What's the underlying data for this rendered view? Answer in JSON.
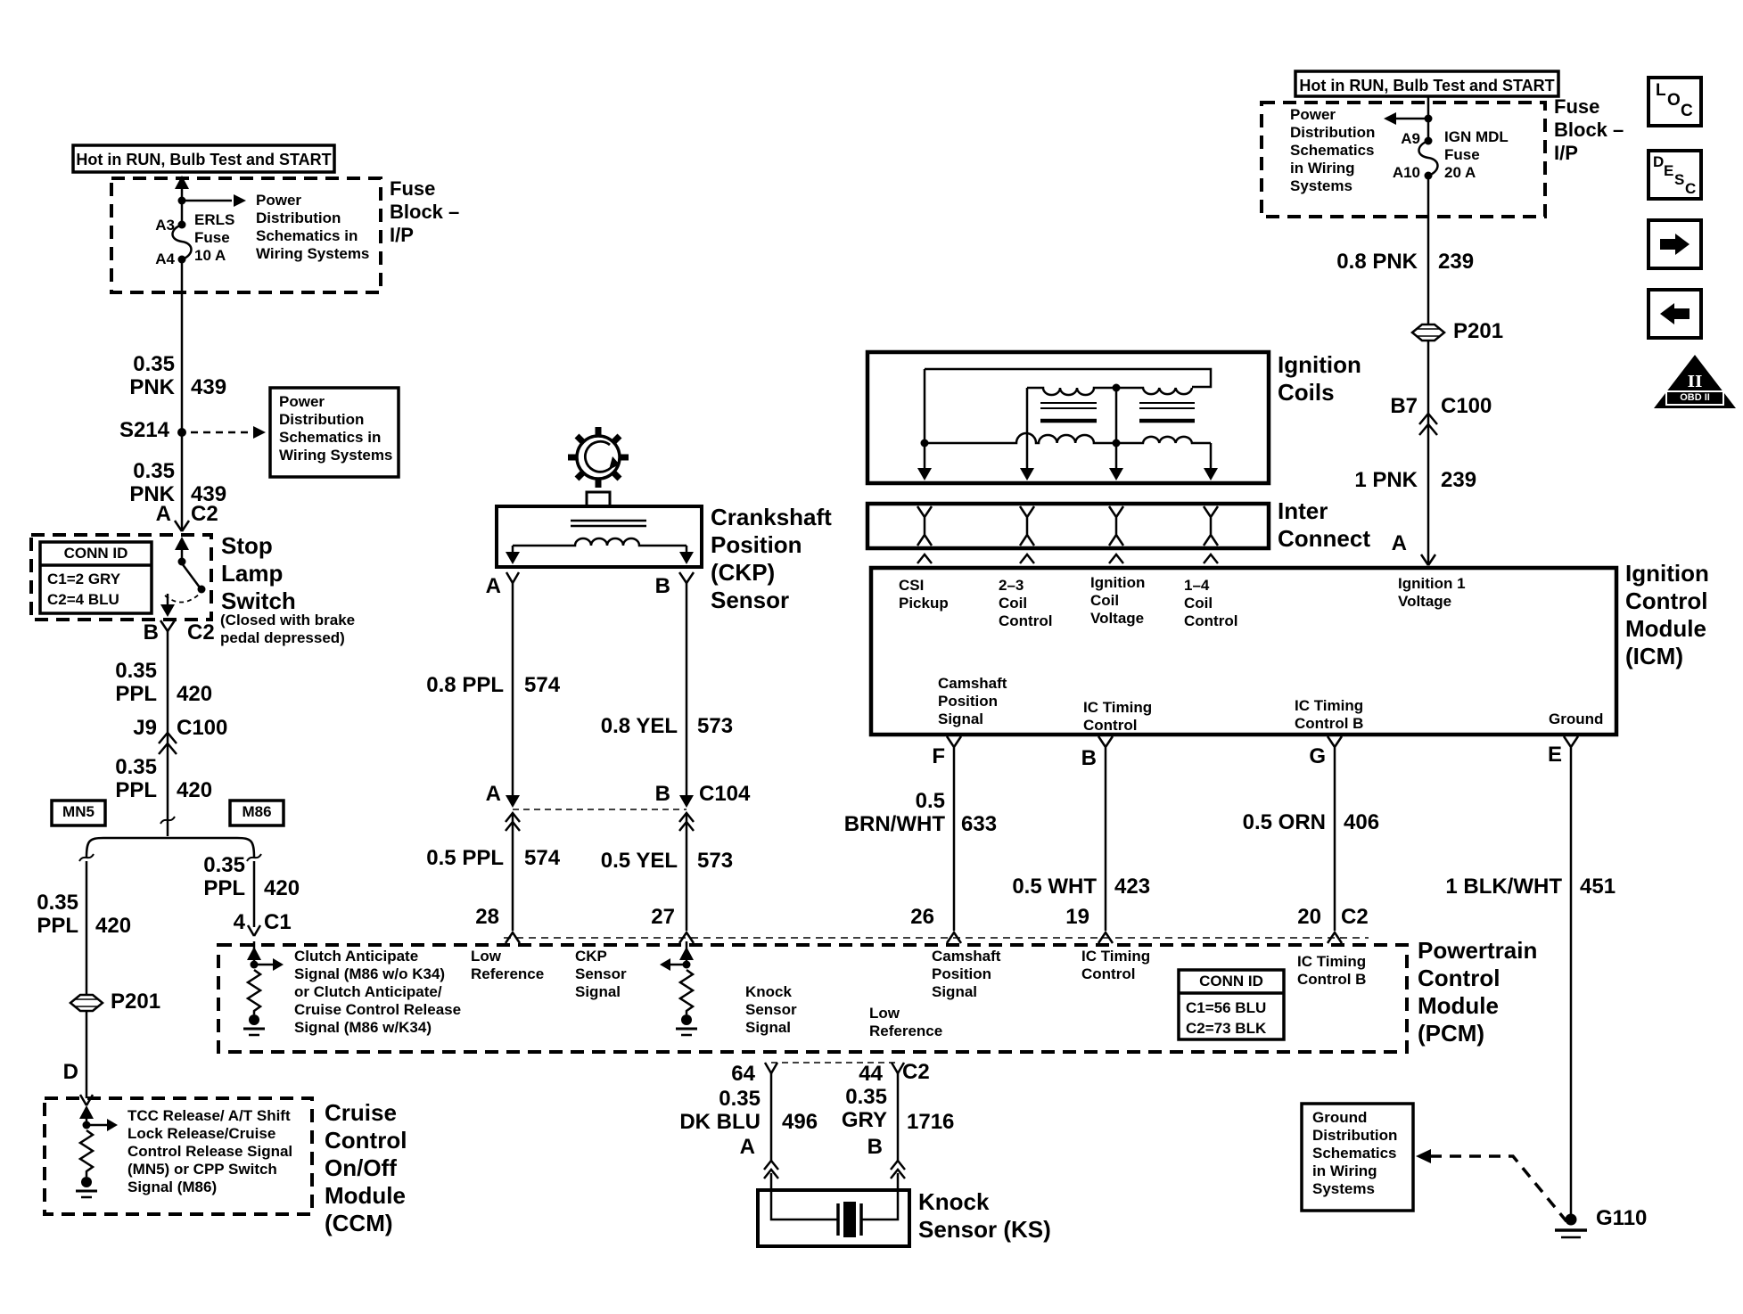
{
  "nav": {
    "loc": [
      "L",
      "O",
      "C"
    ],
    "desc": [
      "D",
      "E",
      "S",
      "C"
    ],
    "obd_numeral": "II",
    "obd_label": "OBD II"
  },
  "fuse_left": {
    "hot_label": "Hot in RUN, Bulb Test and START",
    "pin_top": "A3",
    "pin_bottom": "A4",
    "fuse_name": "ERLS\nFuse\n10 A",
    "note": "Power\nDistribution\nSchematics in\nWiring Systems",
    "block_label": "Fuse\nBlock –\nI/P"
  },
  "fuse_right": {
    "hot_label": "Hot in RUN, Bulb Test and START",
    "pin_top": "A9",
    "pin_bottom": "A10",
    "fuse_name": "IGN MDL\nFuse\n20 A",
    "note": "Power\nDistribution\nSchematics\nin Wiring\nSystems",
    "block_label": "Fuse\nBlock –\nI/P"
  },
  "left_chain": {
    "wire1_gauge": "0.35\nPNK",
    "wire1_circuit": "439",
    "splice": "S214",
    "splice_note": "Power\nDistribution\nSchematics in\nWiring Systems",
    "wire2_gauge": "0.35\nPNK",
    "wire2_circuit": "439",
    "pin_a": "A",
    "pin_a_conn": "C2",
    "conn_id_title": "CONN ID",
    "conn_id_lines": "C1=2 GRY\nC2=4 BLU",
    "switch_label": "Stop\nLamp\nSwitch",
    "switch_note": "(Closed with brake\npedal depressed)",
    "pin_b": "B",
    "pin_b_conn": "C2",
    "wire3_gauge": "0.35\nPPL",
    "wire3_circuit": "420",
    "j9": "J9",
    "j9_conn": "C100",
    "wire4_gauge": "0.35\nPPL",
    "wire4_circuit": "420",
    "mn5": "MN5",
    "m86": "M86",
    "wire5_gauge": "0.35\nPPL",
    "wire5_circuit": "420",
    "wire6_gauge": "0.35\nPPL",
    "wire6_circuit": "420",
    "pin_4": "4",
    "pin_4_conn": "C1",
    "p201": "P201",
    "pin_d": "D"
  },
  "ccm": {
    "signal_text": "TCC Release/ A/T Shift\nLock Release/Cruise\nControl Release Signal\n(MN5) or CPP Switch\nSignal (M86)",
    "label": "Cruise\nControl\nOn/Off\nModule\n(CCM)"
  },
  "ckp": {
    "label": "Crankshaft\nPosition\n(CKP)\nSensor",
    "pin_a": "A",
    "pin_b": "B",
    "wire_a1_gauge": "0.8 PPL",
    "wire_a1_circuit": "574",
    "wire_b1_gauge": "0.8 YEL",
    "wire_b1_circuit": "573",
    "c104_a": "A",
    "c104_b": "B",
    "c104": "C104",
    "wire_a2_gauge": "0.5 PPL",
    "wire_a2_circuit": "574",
    "wire_b2_gauge": "0.5 YEL",
    "wire_b2_circuit": "573",
    "pin_28": "28",
    "pin_27": "27"
  },
  "coils": {
    "label": "Ignition\nCoils",
    "interconnect_label": "Inter\nConnect"
  },
  "icm": {
    "label": "Ignition\nControl\nModule\n(ICM)",
    "csi": "CSI\nPickup",
    "coil_23": "2–3\nCoil\nControl",
    "coil_voltage": "Ignition\nCoil\nVoltage",
    "coil_14": "1–4\nCoil\nControl",
    "ignition1": "Ignition 1\nVoltage",
    "cam_signal": "Camshaft\nPosition\nSignal",
    "ic_timing": "IC Timing\nControl",
    "ic_timing_b": "IC Timing\nControl B",
    "ground": "Ground",
    "pin_a": "A",
    "pin_f": "F",
    "pin_b": "B",
    "pin_g": "G",
    "pin_e": "E",
    "b7": "B7",
    "c100": "C100",
    "wire_pnk_top_gauge": "0.8 PNK",
    "wire_pnk_top_circuit": "239",
    "p201": "P201",
    "wire_pnk_bottom_gauge": "1 PNK",
    "wire_pnk_bottom_circuit": "239"
  },
  "wires_icm_pcm": {
    "brn_gauge": "0.5\nBRN/WHT",
    "brn_circuit": "633",
    "wht_gauge": "0.5 WHT",
    "wht_circuit": "423",
    "orn_gauge": "0.5 ORN",
    "orn_circuit": "406",
    "blk_gauge": "1 BLK/WHT",
    "blk_circuit": "451"
  },
  "pcm": {
    "label": "Powertrain\nControl\nModule\n(PCM)",
    "clutch_text": "Clutch Anticipate\nSignal (M86 w/o K34)\nor Clutch Anticipate/\nCruise Control Release\nSignal (M86 w/K34)",
    "low_ref_1": "Low\nReference",
    "ckp_signal": "CKP\nSensor\nSignal",
    "knock_signal": "Knock\nSensor\nSignal",
    "low_ref_2": "Low\nReference",
    "cam_signal": "Camshaft\nPosition\nSignal",
    "ic_timing": "IC Timing\nControl",
    "ic_timing_b": "IC Timing\nControl B",
    "conn_id_title": "CONN ID",
    "conn_id_lines": "C1=56 BLU\nC2=73 BLK",
    "pin_26": "26",
    "pin_19": "19",
    "pin_20": "20",
    "pin_20_conn": "C2"
  },
  "knock": {
    "pin_64": "64",
    "pin_44": "44",
    "conn": "C2",
    "wire_a_gauge": "0.35\nDK BLU",
    "wire_a_circuit": "496",
    "wire_b_gauge": "0.35\nGRY",
    "wire_b_circuit": "1716",
    "pin_a": "A",
    "pin_b": "B",
    "label": "Knock\nSensor (KS)"
  },
  "ground": {
    "note": "Ground\nDistribution\nSchematics\nin Wiring\nSystems",
    "g110": "G110"
  }
}
